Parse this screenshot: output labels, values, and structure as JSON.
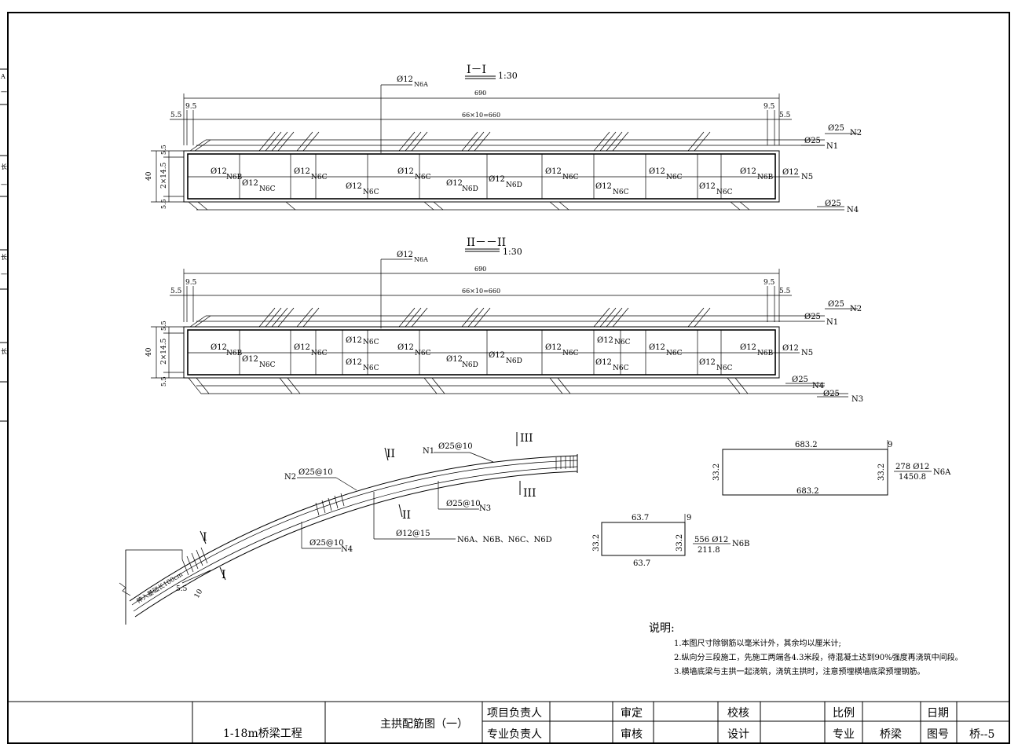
{
  "sections": [
    {
      "title": "I－I",
      "scale": "1:30",
      "dim_total": "690",
      "dim_spacing": "66×10=660",
      "dim_left_edge": "9.5",
      "dim_left_cover": "5.5",
      "dim_right_edge": "9.5",
      "dim_right_cover": "5.5",
      "dim_height": "40",
      "dim_mid": "2×14.5",
      "dim_top": "5.5",
      "dim_bottom": "5.5",
      "label_top": "Ø12",
      "label_top_tag": "N6A",
      "bars_right": [
        {
          "dia": "Ø25",
          "tag": "N2"
        },
        {
          "dia": "Ø25",
          "tag": "N1"
        },
        {
          "dia": "Ø12",
          "tag": "N5"
        },
        {
          "dia": "Ø25",
          "tag": "N4"
        }
      ],
      "row_upper": [
        {
          "dia": "Ø12",
          "tag": "N6B"
        },
        {
          "dia": "Ø12",
          "tag": "N6C"
        },
        {
          "dia": "Ø12",
          "tag": "N6C"
        },
        {
          "dia": "Ø12",
          "tag": "N6D"
        },
        {
          "dia": "Ø12",
          "tag": "N6C"
        },
        {
          "dia": "Ø12",
          "tag": "N6C"
        },
        {
          "dia": "Ø12",
          "tag": "N6B"
        }
      ],
      "row_lower": [
        {
          "dia": "Ø12",
          "tag": "N6C"
        },
        {
          "dia": "Ø12",
          "tag": "N6C"
        },
        {
          "dia": "Ø12",
          "tag": "N6D"
        },
        {
          "dia": "Ø12",
          "tag": "N6C"
        },
        {
          "dia": "Ø12",
          "tag": "N6C"
        }
      ]
    },
    {
      "title": "II－－II",
      "scale": "1:30",
      "dim_total": "690",
      "dim_spacing": "66×10=660",
      "dim_left_edge": "9.5",
      "dim_left_cover": "5.5",
      "dim_right_edge": "9.5",
      "dim_right_cover": "5.5",
      "dim_height": "40",
      "dim_mid": "2×14.5",
      "dim_top": "5.5",
      "dim_bottom": "5.5",
      "label_top": "Ø12",
      "label_top_tag": "N6A",
      "bars_right": [
        {
          "dia": "Ø25",
          "tag": "N2"
        },
        {
          "dia": "Ø25",
          "tag": "N1"
        },
        {
          "dia": "Ø12",
          "tag": "N5"
        },
        {
          "dia": "Ø25",
          "tag": "N4"
        },
        {
          "dia": "Ø25",
          "tag": "N3"
        }
      ],
      "row_upper": [
        {
          "dia": "Ø12",
          "tag": "N6B"
        },
        {
          "dia": "Ø12",
          "tag": "N6C"
        },
        {
          "dia": "Ø12",
          "tag": "N6C"
        },
        {
          "dia": "Ø12",
          "tag": "N6C"
        },
        {
          "dia": "Ø12",
          "tag": "N6D"
        },
        {
          "dia": "Ø12",
          "tag": "N6C"
        },
        {
          "dia": "Ø12",
          "tag": "N6C"
        },
        {
          "dia": "Ø12",
          "tag": "N6C"
        },
        {
          "dia": "Ø12",
          "tag": "N6B"
        }
      ],
      "row_lower": [
        {
          "dia": "Ø12",
          "tag": "N6C"
        },
        {
          "dia": "Ø12",
          "tag": "N6C"
        },
        {
          "dia": "Ø12",
          "tag": "N6D"
        },
        {
          "dia": "Ø12",
          "tag": "N6C"
        },
        {
          "dia": "Ø12",
          "tag": "N6C"
        }
      ]
    }
  ],
  "elevation": {
    "n1": {
      "tag": "N1",
      "spec": "Ø25@10"
    },
    "n2": {
      "tag": "N2",
      "spec": "Ø25@10"
    },
    "n3": {
      "tag": "N3",
      "spec": "Ø25@10"
    },
    "n4": {
      "tag": "N4",
      "spec": "Ø25@10"
    },
    "stirrup": {
      "spec": "Ø12@15",
      "tags": "N6A、N6B、N6C、N6D"
    },
    "cut_marks": [
      "I",
      "II",
      "III"
    ],
    "dim_cover": "5.5",
    "dim_end": "10",
    "embed_note": "伸入基础长100cm"
  },
  "shape_n6a": {
    "top": "683.2",
    "bottom": "683.2",
    "side_left": "33.2",
    "side_right": "33.2",
    "hook": "9",
    "count_spec": "278 Ø12",
    "length": "1450.8",
    "tag": "N6A"
  },
  "shape_n6b": {
    "top": "63.7",
    "bottom": "63.7",
    "side_left": "33.2",
    "side_right": "33.2",
    "hook": "9",
    "count_spec": "556 Ø12",
    "length": "211.8",
    "tag": "N6B"
  },
  "notes": {
    "title": "说明:",
    "items": [
      "1.本图尺寸除钢筋以毫米计外，其余均以厘米计;",
      "2.纵向分三段施工，先施工两端各4.3米段，待混凝土达到90%强度再浇筑中间段。",
      "3.横墙底梁与主拱一起浇筑，浇筑主拱时，注意预埋横墙底梁预埋钢筋。"
    ]
  },
  "title_block": {
    "project": "1-18m桥梁工程",
    "drawing_title": "主拱配筋图（一）",
    "project_lead": "项目负责人",
    "discipline_lead": "专业负责人",
    "approve": "审定",
    "review": "审核",
    "check": "校核",
    "design": "设计",
    "scale_label": "比例",
    "discipline_label": "专业",
    "discipline_value": "桥梁",
    "date_label": "日期",
    "drawing_no_label": "图号",
    "drawing_no": "桥--5"
  },
  "side_strip": [
    "A",
    "一",
    "长",
    "一",
    "长",
    "一",
    "长"
  ]
}
